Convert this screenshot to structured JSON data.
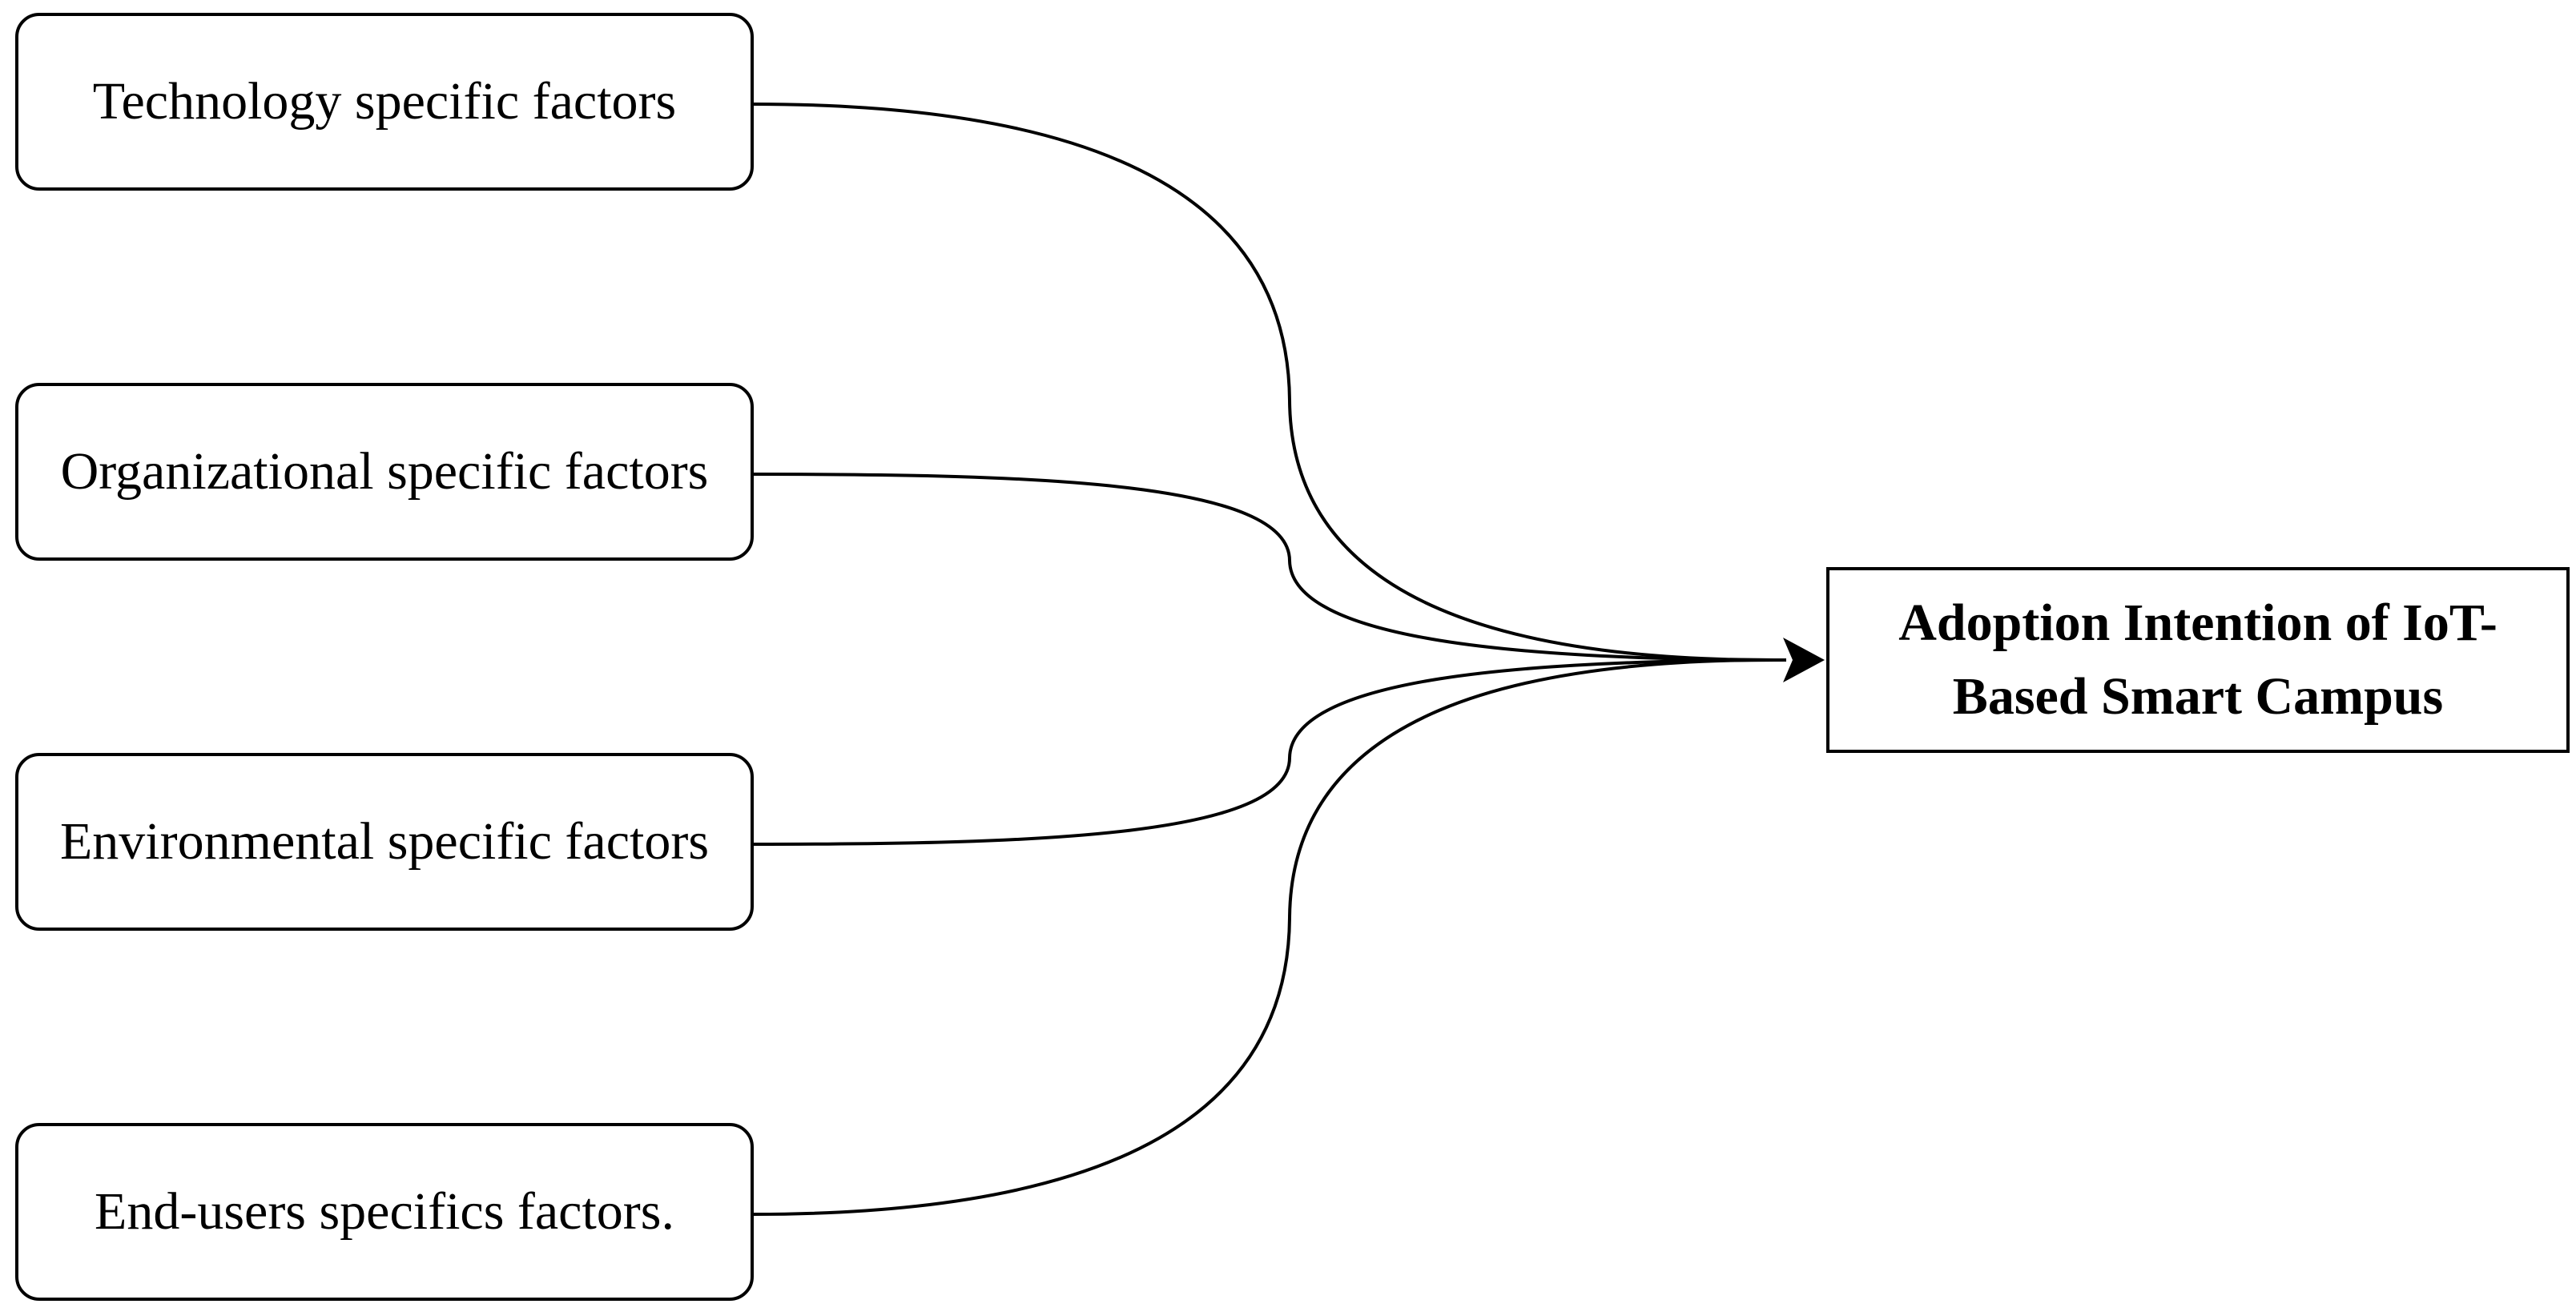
{
  "diagram": {
    "factors": [
      {
        "id": "technology",
        "label": "Technology specific factors"
      },
      {
        "id": "organizational",
        "label": "Organizational specific factors"
      },
      {
        "id": "environmental",
        "label": "Environmental specific factors"
      },
      {
        "id": "end-users",
        "label": "End-users specifics factors."
      }
    ],
    "outcome": {
      "label": "Adoption Intention of IoT-Based Smart Campus"
    },
    "colors": {
      "line": "#000000",
      "box_border": "#000000",
      "background": "#ffffff"
    }
  }
}
